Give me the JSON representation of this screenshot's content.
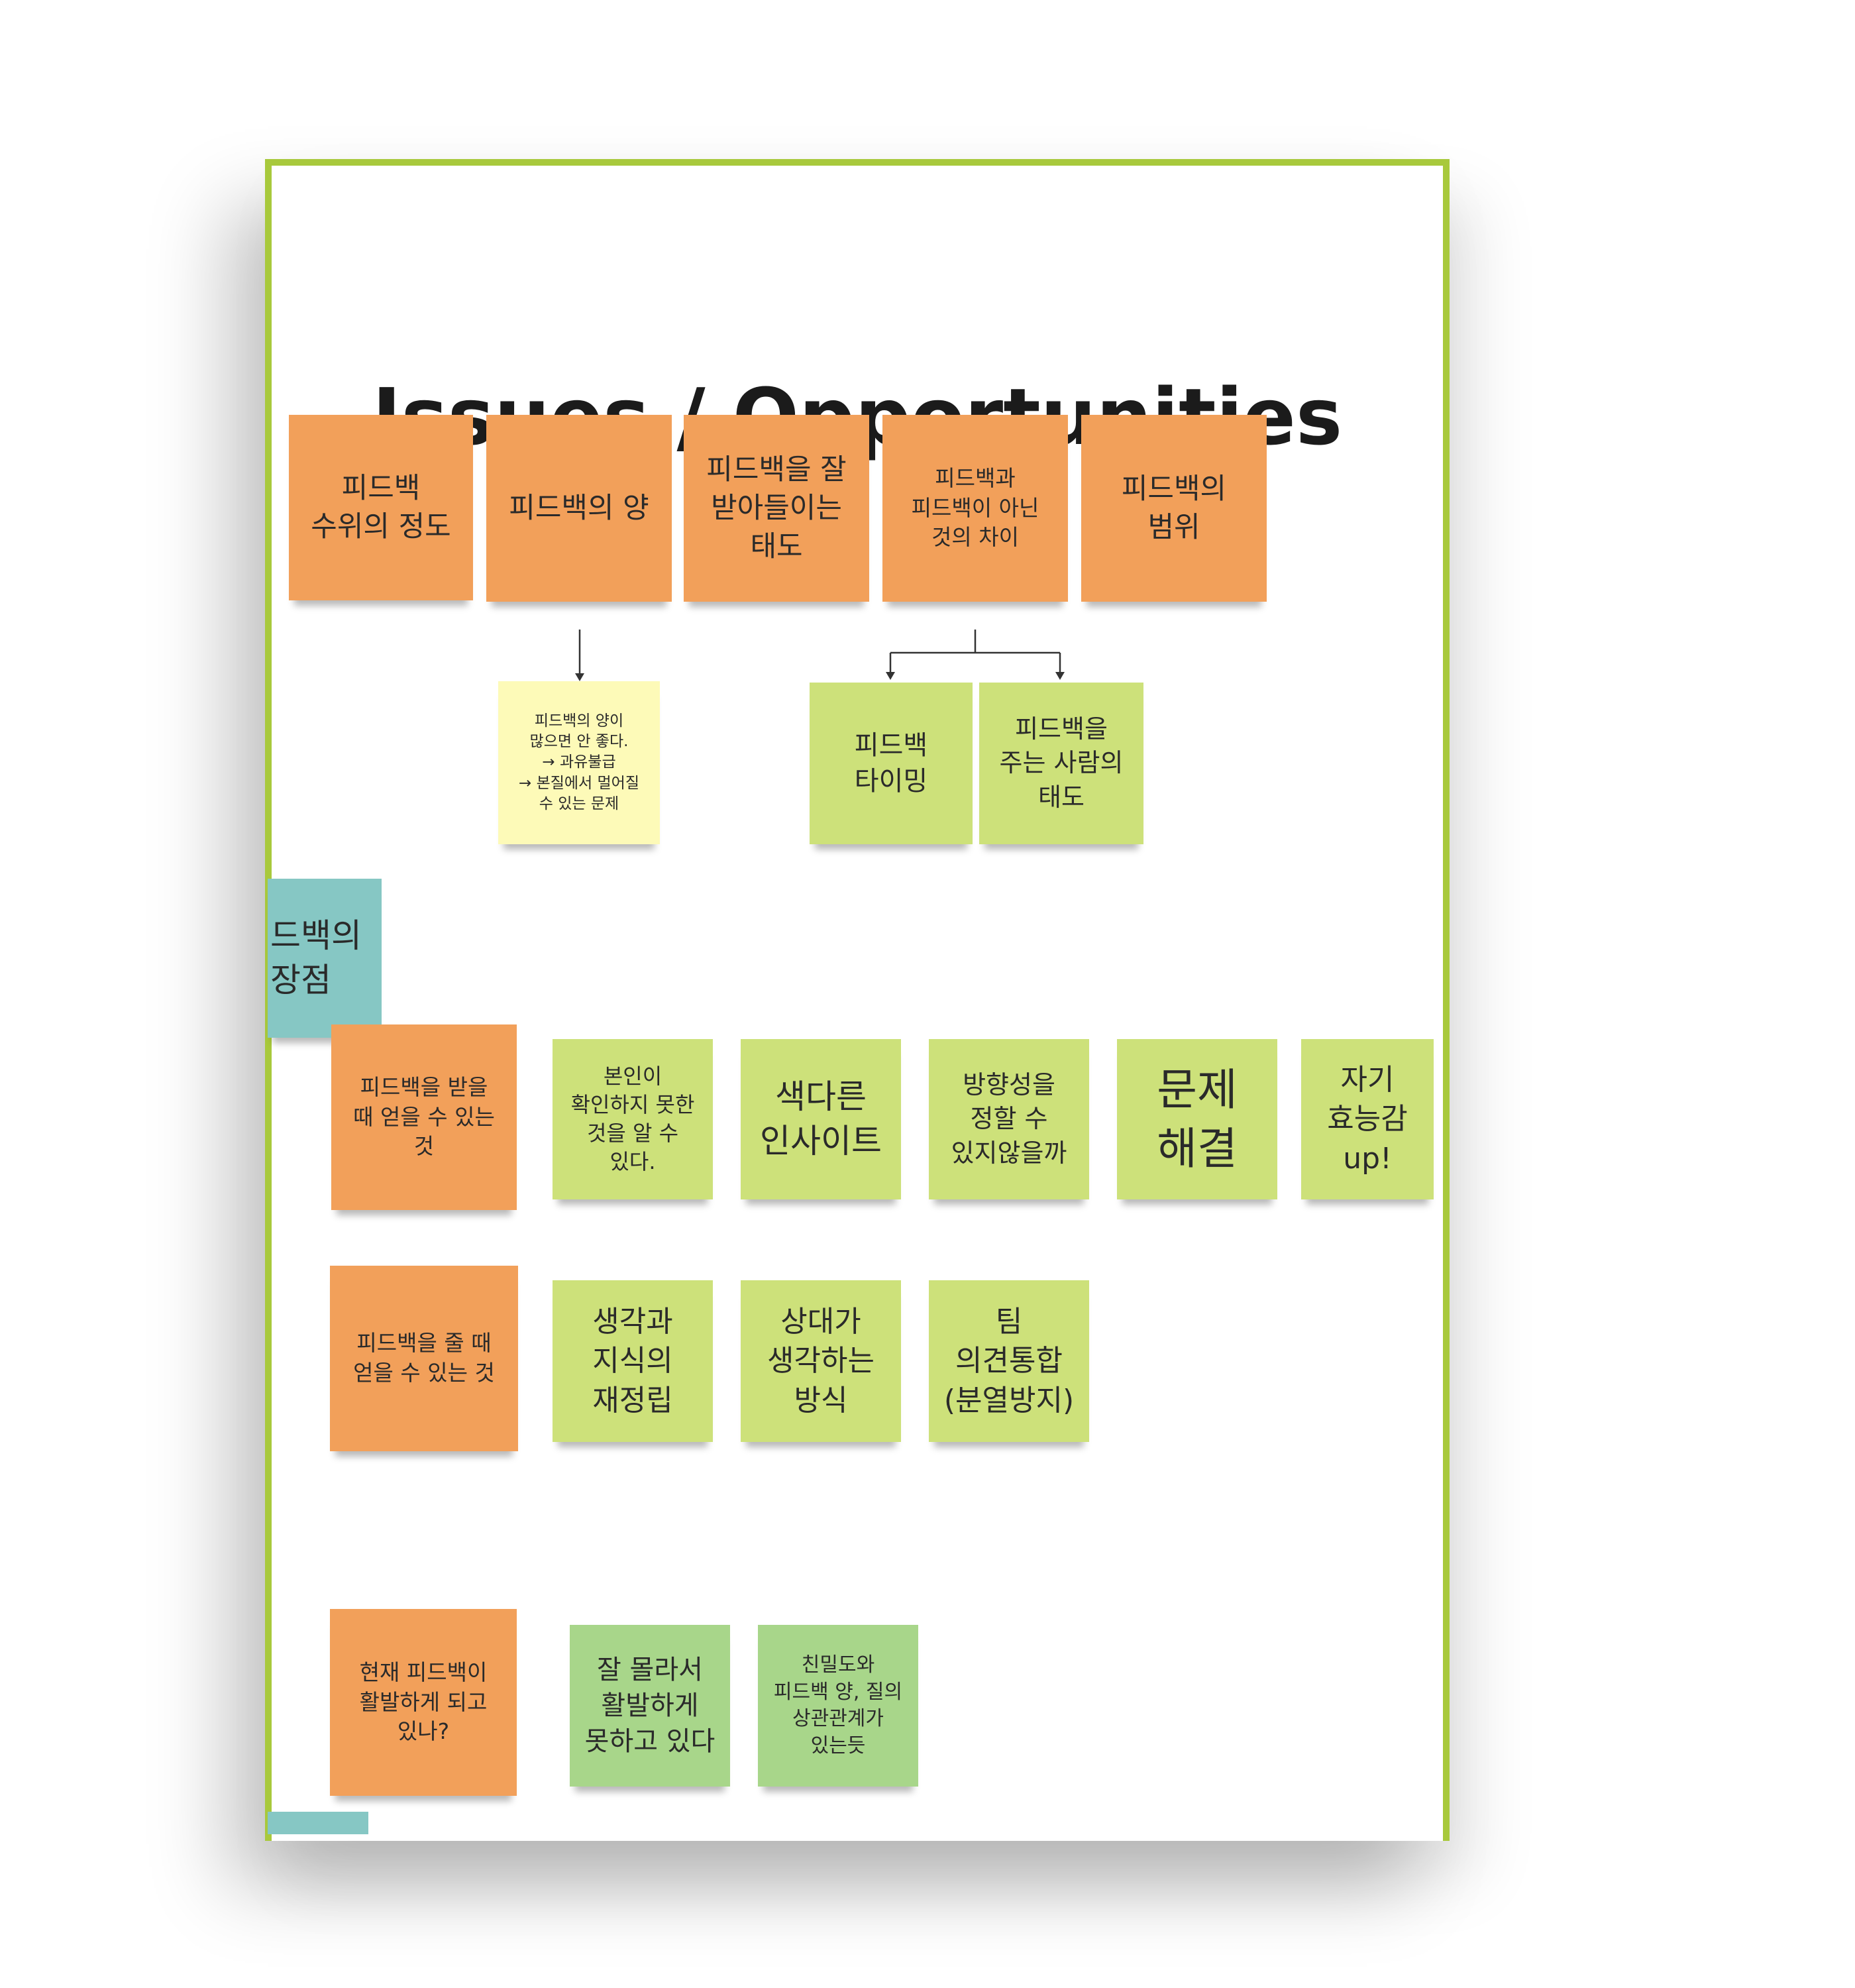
{
  "board": {
    "title": "Issues / Opportunities"
  },
  "notes": {
    "n1": "피드백\n수위의 정도",
    "n2": "피드백의 양",
    "n3": "피드백을 잘\n받아들이는\n태도",
    "n4": "피드백과\n피드백이 아닌\n것의 차이",
    "n5": "피드백의\n범위",
    "n6": "피드백의 양이\n많으면 안 좋다.\n→ 과유불급\n→ 본질에서 멀어질\n수 있는 문제",
    "n7": "피드백\n타이밍",
    "n8": "피드백을\n주는 사람의\n태도",
    "n9": "드백의\n장점",
    "n10": "피드백을 받을\n때 얻을 수 있는\n것",
    "n11": "본인이\n확인하지 못한\n것을 알 수\n있다.",
    "n12": "색다른\n인사이트",
    "n13": "방향성을\n정할 수\n있지않을까",
    "n14": "문제\n해결",
    "n15": "자기\n효능감\nup!",
    "n16": "피드백을 줄 때\n얻을 수 있는 것",
    "n17": "생각과\n지식의\n재정립",
    "n18": "상대가\n생각하는\n방식",
    "n19": "팀\n의견통합\n(분열방지)",
    "n20": "현재 피드백이\n활발하게 되고\n있나?",
    "n21": "잘 몰라서\n활발하게\n못하고 있다",
    "n22": "친밀도와\n피드백 양, 질의\n상관관계가\n있는듯"
  },
  "colors": {
    "frame": "#a8c93c",
    "orange": "#f2a05a",
    "light_green": "#cde17a",
    "mid_green": "#a8d68a",
    "yellow": "#fdfab8",
    "teal": "#86c7c4"
  }
}
